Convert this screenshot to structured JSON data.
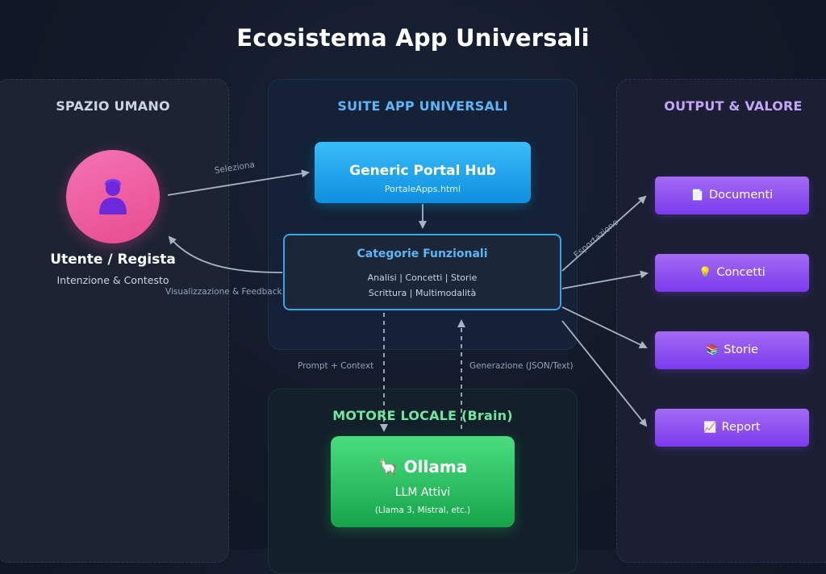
{
  "title": "Ecosistema App Universali",
  "panels": {
    "human": "SPAZIO UMANO",
    "suite": "SUITE APP UNIVERSALI",
    "engine": "MOTORE LOCALE (Brain)",
    "output": "OUTPUT & VALORE"
  },
  "user": {
    "name": "Utente / Regista",
    "subtitle": "Intenzione & Contesto",
    "icon": "person-icon"
  },
  "hub": {
    "title": "Generic Portal Hub",
    "file": "PortaleApps.html"
  },
  "categories": {
    "title": "Categorie Funzionali",
    "line1": "Analisi | Concetti | Storie",
    "line2": "Scrittura | Multimodalità"
  },
  "engine": {
    "title": "🦙 Ollama",
    "subtitle": "LLM Attivi",
    "models": "(Llama 3, Mistral, etc.)"
  },
  "outputs": [
    {
      "label": "Documenti",
      "icon": "📄"
    },
    {
      "label": "Concetti",
      "icon": "💡"
    },
    {
      "label": "Storie",
      "icon": "📚"
    },
    {
      "label": "Report",
      "icon": "📈"
    }
  ],
  "edges": {
    "select": "Seleziona",
    "feedback": "Visualizzazione & Feedback",
    "prompt": "Prompt + Context",
    "generation": "Generazione (JSON/Text)",
    "export": "Esportazione"
  },
  "colors": {
    "background": "#111827",
    "user": "#ec4899",
    "hub": "#0ea5e9",
    "engine": "#22c55e",
    "output": "#8b5cf6"
  }
}
